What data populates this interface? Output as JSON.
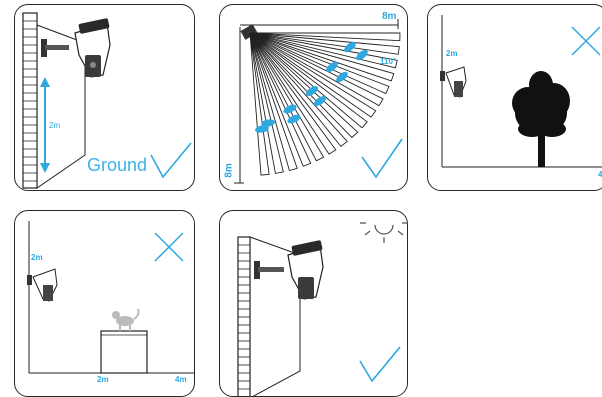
{
  "panels": {
    "p1": {
      "height_label": "2m",
      "ground_label": "Ground",
      "verdict": "check"
    },
    "p2": {
      "distance_label": "8m",
      "distance_label_rotated": "8m",
      "angle_label": "110°",
      "verdict": "check"
    },
    "p3": {
      "height_label": "2m",
      "axis_label": "4",
      "verdict": "cross"
    },
    "p4": {
      "height_label": "2m",
      "axis_label_mid": "2m",
      "axis_label_end": "4m",
      "verdict": "cross"
    },
    "p5": {
      "verdict": "check",
      "icon": "sun-icon"
    }
  },
  "colors": {
    "accent": "#2ea8df",
    "ink": "#2a2a2a"
  }
}
